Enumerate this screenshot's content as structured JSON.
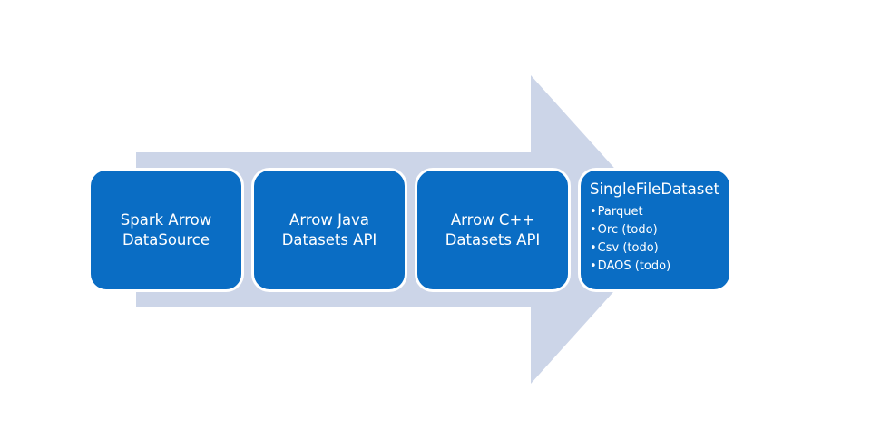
{
  "colors": {
    "arrow_fill": "#ccd5e8",
    "box_fill": "#0a6dc4",
    "box_border": "#ffffff",
    "text": "#ffffff"
  },
  "boxes": [
    {
      "line1": "Spark Arrow",
      "line2": "DataSource"
    },
    {
      "line1": "Arrow Java",
      "line2": "Datasets API"
    },
    {
      "line1": "Arrow C++",
      "line2": "Datasets API"
    },
    {
      "title": "SingleFileDataset",
      "bullet_glyph": "•",
      "bullets": [
        "Parquet",
        "Orc (todo)",
        "Csv (todo)",
        "DAOS (todo)"
      ]
    }
  ]
}
